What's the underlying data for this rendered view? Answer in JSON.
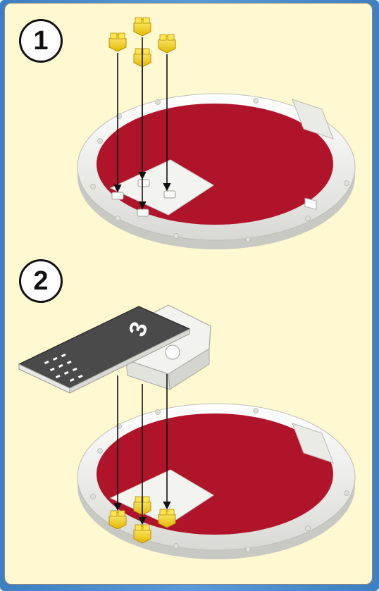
{
  "steps": [
    {
      "number": "1"
    },
    {
      "number": "2"
    }
  ],
  "piece_number": "3",
  "colors": {
    "frame": "#4a8bcc",
    "panel": "#fff8d1",
    "disc_red": "#b0142a",
    "disc_white": "#f3f3f0",
    "stud_yellow": "#f6d42a",
    "plate_gray": "#4a4a4a",
    "arrow": "#111111"
  }
}
